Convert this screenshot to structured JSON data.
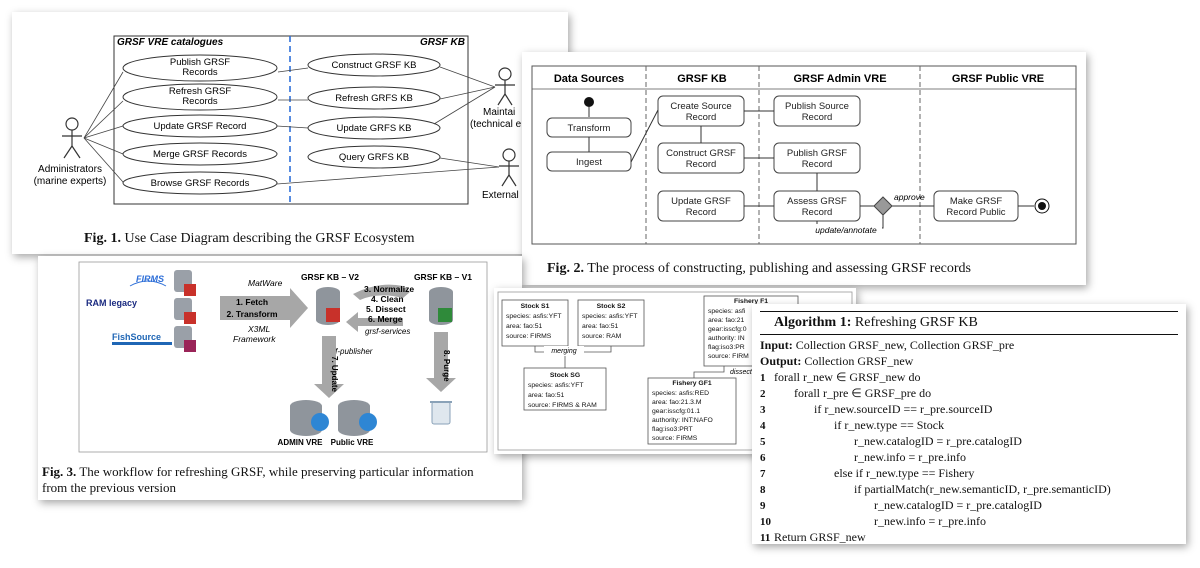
{
  "fig1": {
    "vre_label": "GRSF VRE catalogues",
    "kb_label": "GRSF KB",
    "left_cases": [
      "Publish GRSF Records",
      "Refresh GRSF Records",
      "Update GRSF Record",
      "Merge GRSF Records",
      "Browse GRSF Records"
    ],
    "right_cases": [
      "Construct GRSF KB",
      "Refresh GRFS KB",
      "Update GRFS KB",
      "Query GRFS KB"
    ],
    "actor_admin": "Administrators",
    "actor_admin_sub": "(marine experts)",
    "actor_maint": "Maintai",
    "actor_maint_sub": "(technical e",
    "actor_ext": "External",
    "caption_bold": "Fig. 1.",
    "caption": "Use Case Diagram describing the GRSF Ecosystem"
  },
  "fig2": {
    "lanes": [
      "Data Sources",
      "GRSF KB",
      "GRSF Admin VRE",
      "GRSF Public VRE"
    ],
    "nodes": {
      "transform": "Transform",
      "ingest": "Ingest",
      "create": "Create Source Record",
      "construct": "Construct GRSF Record",
      "update": "Update GRSF Record",
      "publish_source": "Publish Source Record",
      "publish_grsf": "Publish GRSF Record",
      "assess": "Assess GRSF Record",
      "make_public": "Make GRSF Record Public"
    },
    "approve": "approve",
    "update_annotate": "update/annotate",
    "caption_bold": "Fig. 2.",
    "caption": "The process of constructing, publishing and assessing GRSF records"
  },
  "fig3": {
    "src_firms": "FIRMS",
    "src_ram": "RAM legacy",
    "src_fishsource": "FishSource",
    "motware": "MatWare",
    "step1": "1. Fetch",
    "step2": "2. Transform",
    "x3ml": "X3ML",
    "framework": "Framework",
    "kb_v2": "GRSF KB – V2",
    "kb_v1": "GRSF KB – V1",
    "steps_right": [
      "3. Normalize",
      "4. Clean",
      "5. Dissect",
      "6. Merge"
    ],
    "services": "grsf-services",
    "publisher": "grsf-publisher",
    "update": "7. Update",
    "purge": "8. Purge",
    "admin_vre": "ADMIN VRE",
    "public_vre": "Public VRE",
    "caption_bold": "Fig. 3.",
    "caption_l1": "The workflow for refreshing GRSF, while preserving particular information",
    "caption_l2": "from the previous version"
  },
  "fig4": {
    "s1": {
      "title": "Stock S1",
      "rows": [
        "species: asfis:YFT",
        "area: fao:51",
        "source: FIRMS"
      ]
    },
    "s2": {
      "title": "Stock S2",
      "rows": [
        "species: asfis:YFT",
        "area: fao:51",
        "source: RAM"
      ]
    },
    "sg": {
      "title": "Stock SG",
      "rows": [
        "species: asfis:YFT",
        "area: fao:51",
        "source: FIRMS & RAM"
      ]
    },
    "f1": {
      "title": "Fishery F1",
      "rows": [
        "species: asfi",
        "area: fao:21",
        "gear:isscfg:0",
        "authority: IN",
        "flag:iso3:PR",
        "source: FIRM"
      ]
    },
    "gf1": {
      "title": "Fishery GF1",
      "rows": [
        "species: asfis:RED",
        "area: fao:21.3.M",
        "gear:isscfg:01.1",
        "authority: INT:NAFO",
        "flag:iso3:PRT",
        "source: FIRMS"
      ]
    },
    "merging": "merging",
    "dissect": "dissect"
  },
  "alg": {
    "title": "Algorithm 1: Refreshing GRSF KB",
    "input_kw": "Input:",
    "input": "Collection GRSF_new, Collection GRSF_pre",
    "output_kw": "Output:",
    "output": "Collection GRSF_new",
    "lines": [
      {
        "n": "1",
        "indent": 0,
        "text": "forall r_new ∈ GRSF_new do"
      },
      {
        "n": "2",
        "indent": 1,
        "text": "forall r_pre ∈ GRSF_pre do"
      },
      {
        "n": "3",
        "indent": 2,
        "text": "if r_new.sourceID == r_pre.sourceID"
      },
      {
        "n": "4",
        "indent": 3,
        "text": "if r_new.type == Stock"
      },
      {
        "n": "5",
        "indent": 4,
        "text": "r_new.catalogID = r_pre.catalogID"
      },
      {
        "n": "6",
        "indent": 4,
        "text": "r_new.info = r_pre.info"
      },
      {
        "n": "7",
        "indent": 3,
        "text": "else if r_new.type == Fishery"
      },
      {
        "n": "8",
        "indent": 4,
        "text": "if partialMatch(r_new.semanticID, r_pre.semanticID)"
      },
      {
        "n": "9",
        "indent": 5,
        "text": "r_new.catalogID = r_pre.catalogID"
      },
      {
        "n": "10",
        "indent": 5,
        "text": "r_new.info = r_pre.info"
      },
      {
        "n": "11",
        "indent": 0,
        "text": "Return GRSF_new"
      }
    ]
  },
  "colors": {
    "accent_blue": "#2e6fd8",
    "grey": "#8a8a8a",
    "dark": "#1a1a1a"
  }
}
